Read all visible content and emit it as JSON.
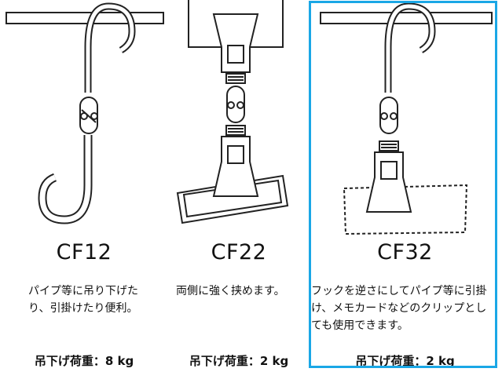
{
  "products": [
    {
      "model": "CF12",
      "description": "パイプ等に吊り下げた\nり、引掛けたり便利。",
      "load": "吊下げ荷重：8 kg"
    },
    {
      "model": "CF22",
      "description": "両側に強く挟めます。",
      "load": "吊下げ荷重：2 kg"
    },
    {
      "model": "CF32",
      "description": "フックを逆さにしてパイプ等に引掛\nけ、メモカードなどのクリップとし\nても使用できます。",
      "load": "吊下げ荷重：2 kg",
      "selected": true
    }
  ],
  "colors": {
    "selection_border": "#1aa7e6",
    "line_art": "#222222"
  }
}
